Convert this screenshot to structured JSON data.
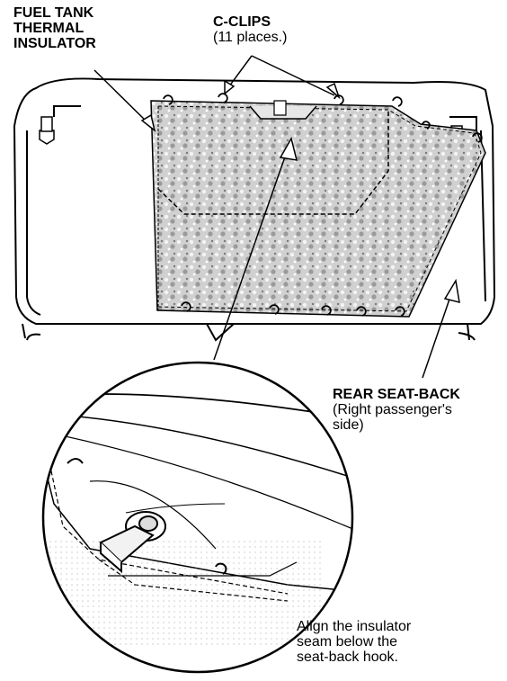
{
  "labels": {
    "fuel_tank_line1": "FUEL TANK",
    "fuel_tank_line2": "THERMAL",
    "fuel_tank_line3": "INSULATOR",
    "c_clips_title": "C-CLIPS",
    "c_clips_sub": "(11 places.)",
    "rear_seat_title": "REAR SEAT-BACK",
    "rear_seat_sub1": "(Right passenger's",
    "rear_seat_sub2": "side)",
    "align_line1": "Align the insulator",
    "align_line2": "seam below the",
    "align_line3": "seat-back hook."
  },
  "colors": {
    "line": "#000000",
    "insulator_fill": "#c8c8c8",
    "background": "#ffffff"
  },
  "icons": {
    "clip": "c-clip-icon",
    "hook": "seat-back-hook-icon"
  }
}
